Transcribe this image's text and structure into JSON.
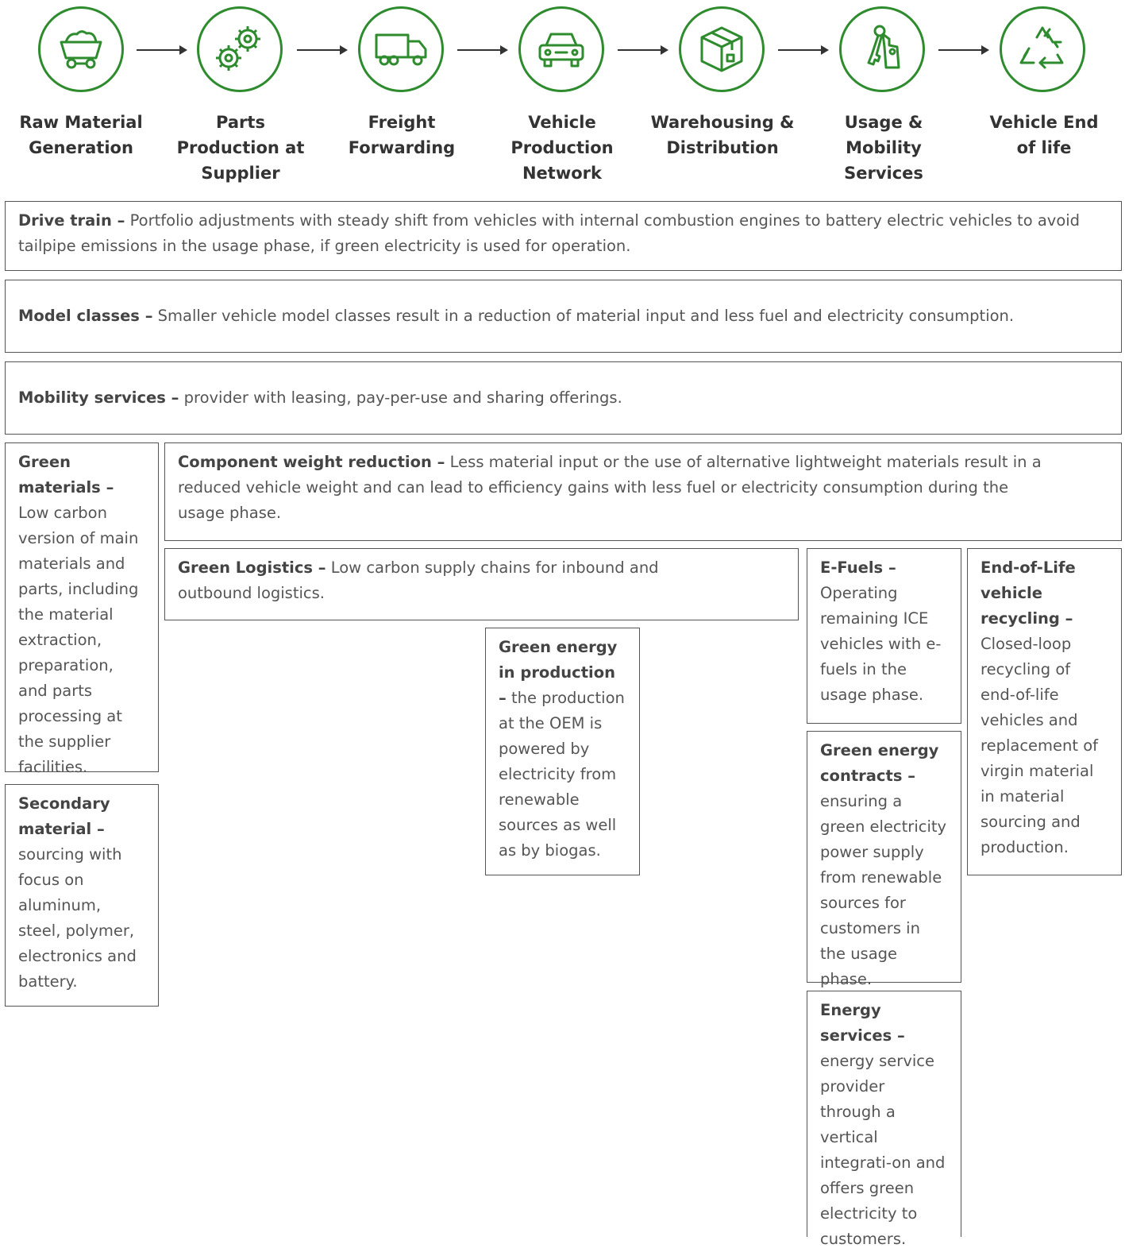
{
  "colors": {
    "accent": "#2e8b2e",
    "text": "#333333",
    "border": "#555555"
  },
  "stages": [
    {
      "icon": "mine-cart-icon",
      "label": "Raw Material Generation"
    },
    {
      "icon": "gears-icon",
      "label": "Parts Production at Supplier"
    },
    {
      "icon": "truck-icon",
      "label": "Freight Forwarding"
    },
    {
      "icon": "car-icon",
      "label": "Vehicle Production Network"
    },
    {
      "icon": "box-icon",
      "label": "Warehousing & Distribution"
    },
    {
      "icon": "keys-icon",
      "label": "Usage & Mobility Services"
    },
    {
      "icon": "recycle-icon",
      "label": "Vehicle End of life"
    }
  ],
  "boxes": {
    "drive_train": {
      "title": "Drive train –",
      "text": " Portfolio adjustments with steady shift from vehicles with internal combustion engines to battery electric vehicles to avoid tailpipe emissions in the usage phase, if green electricity is used for operation."
    },
    "model_classes": {
      "title": "Model classes –",
      "text": " Smaller vehicle model classes result in a reduction of material input and less fuel and electricity consumption."
    },
    "mobility_services": {
      "title": "Mobility services –",
      "text": "  provider with leasing, pay-per-use and sharing offerings."
    },
    "green_materials": {
      "title": "Green materials –",
      "text": " Low carbon version of main materials and parts, including the material extraction, preparation, and parts processing at the supplier facilities."
    },
    "component_weight": {
      "title": "Component weight reduction –",
      "text": " Less material input or the use of alternative lightweight materials result in a reduced vehicle weight and can lead to efficiency gains with less fuel or electricity consumption during the usage phase."
    },
    "green_logistics": {
      "title": "Green Logistics –",
      "text": " Low carbon supply chains for inbound and outbound logistics."
    },
    "secondary_material": {
      "title": "Secondary material  –",
      "text": " sourcing with focus on aluminum, steel, polymer, electronics and battery."
    },
    "green_energy_production": {
      "title": "Green energy in production –",
      "text": " the production at the OEM is powered by electricity from renewable sources as well as by biogas."
    },
    "e_fuels": {
      "title": "E-Fuels –",
      "text": " Operating remaining ICE vehicles with e-fuels in the usage phase."
    },
    "green_energy_contracts": {
      "title": "Green energy contracts –",
      "text": " ensuring a green electricity power supply from renewable sources for customers in the usage phase."
    },
    "energy_services": {
      "title": "Energy services –",
      "text": " energy service provider through a vertical integrati-on and offers green electricity to customers."
    },
    "end_of_life": {
      "title": "End-of-Life vehicle recycling –",
      "text": " Closed-loop recycling of end-of-life vehicles and replacement of virgin material in material sourcing and production."
    }
  }
}
